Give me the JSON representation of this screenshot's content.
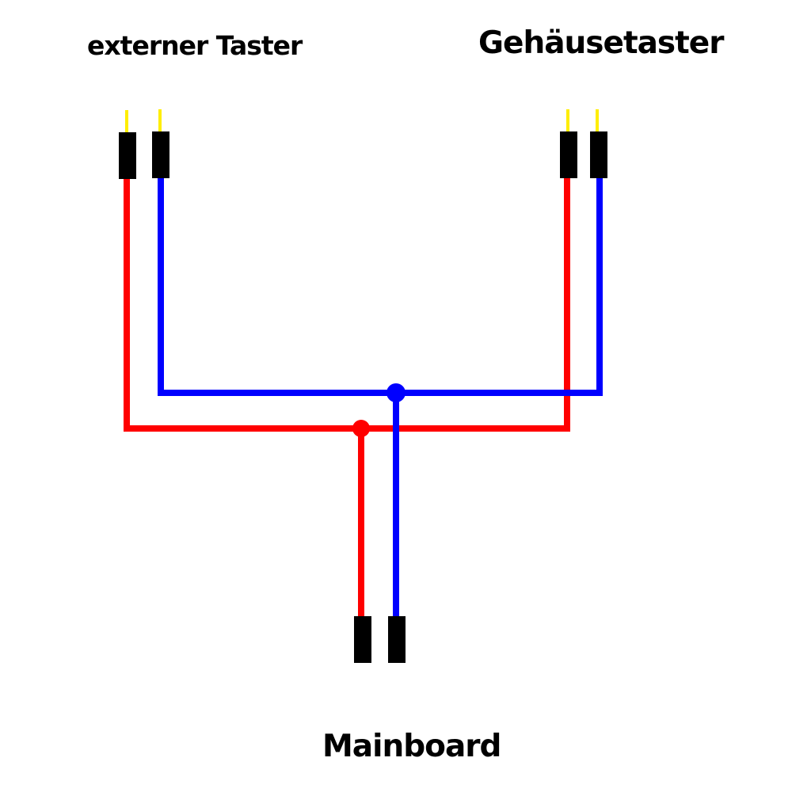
{
  "labels": {
    "external_button": "externer Taster",
    "case_button": "Gehäusetaster",
    "mainboard": "Mainboard"
  },
  "colors": {
    "wire_a": "#ff0000",
    "wire_b": "#0000ff",
    "connector": "#000000",
    "pin": "#ffee00"
  }
}
